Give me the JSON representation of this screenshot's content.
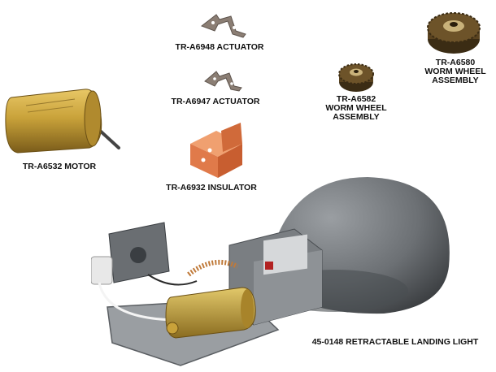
{
  "labels": {
    "actuator_a6948": "TR-A6948 ACTUATOR",
    "actuator_a6947": "TR-A6947 ACTUATOR",
    "worm_wheel_a6580": [
      "TR-A6580",
      "WORM WHEEL",
      "ASSEMBLY"
    ],
    "worm_wheel_a6582": [
      "TR-A6582",
      "WORM WHEEL",
      "ASSEMBLY"
    ],
    "motor": "TR-A6532 MOTOR",
    "insulator": "TR-A6932 INSULATOR",
    "landing_light": "45-0148 RETRACTABLE LANDING LIGHT"
  },
  "colors": {
    "motor_brass": "#c9a23a",
    "insulator_copper": "#e07a4a",
    "dome_gray": "#6c7074",
    "gear_bronze": "#5a4320",
    "actuator_metal": "#8b7e74"
  },
  "icons": {
    "motor": "brass-motor-icon",
    "insulator": "copper-insulator-icon",
    "landing_light": "landing-light-assembly-icon"
  }
}
